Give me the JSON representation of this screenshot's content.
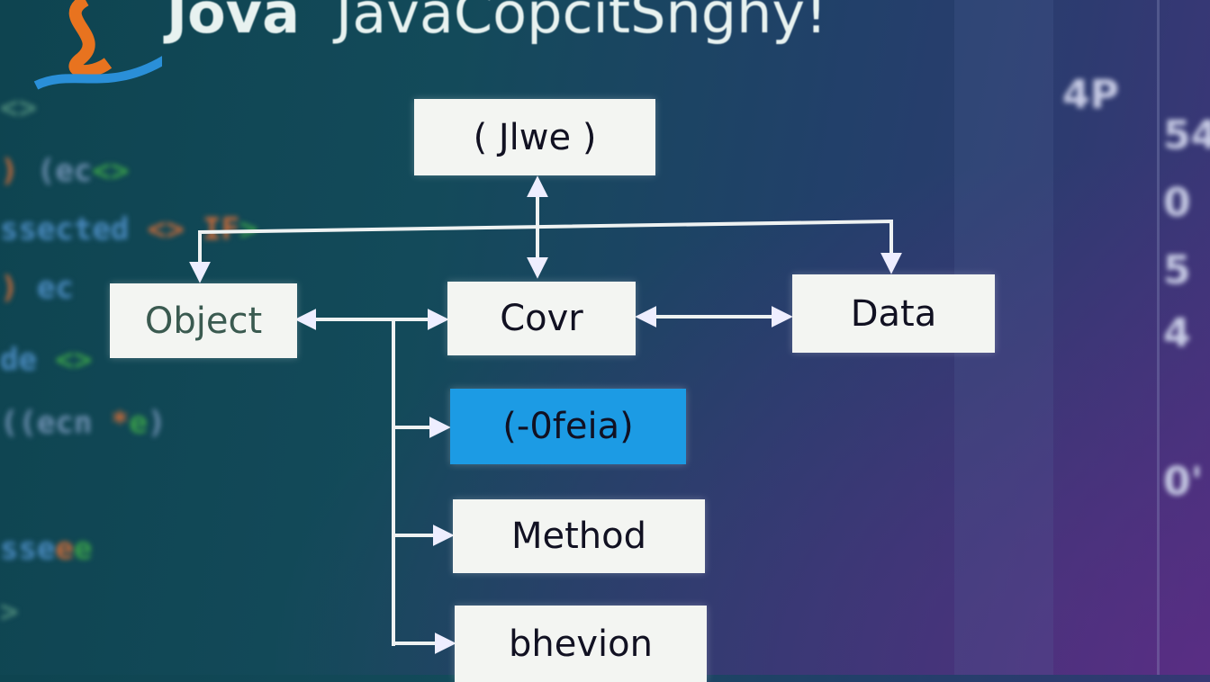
{
  "header": {
    "logo_text": "Jova",
    "title": "JavaCopcitSnghy!"
  },
  "diagram": {
    "nodes": [
      {
        "id": "top",
        "label": "( Jlwe )"
      },
      {
        "id": "object",
        "label": "Object"
      },
      {
        "id": "covr",
        "label": "Covr"
      },
      {
        "id": "data",
        "label": "Data"
      },
      {
        "id": "ofeia",
        "label": "(-0feia)"
      },
      {
        "id": "method",
        "label": "Method"
      },
      {
        "id": "bhevion",
        "label": "bhevion"
      }
    ],
    "edges": [
      {
        "from": "top",
        "to": "covr",
        "type": "bidirectional"
      },
      {
        "from": "object",
        "to": "covr",
        "type": "bidirectional"
      },
      {
        "from": "covr",
        "to": "data",
        "type": "bidirectional"
      },
      {
        "from": "top-bus",
        "to": "object",
        "type": "arrow"
      },
      {
        "from": "top-bus",
        "to": "data",
        "type": "arrow"
      },
      {
        "from": "object",
        "to": "ofeia",
        "type": "arrow"
      },
      {
        "from": "object",
        "to": "method",
        "type": "arrow"
      },
      {
        "from": "object",
        "to": "bhevion",
        "type": "arrow"
      }
    ],
    "highlight_color": "#1c9be4"
  },
  "side_numbers": [
    "4P",
    "54",
    "0",
    "5",
    "4",
    "0'"
  ]
}
